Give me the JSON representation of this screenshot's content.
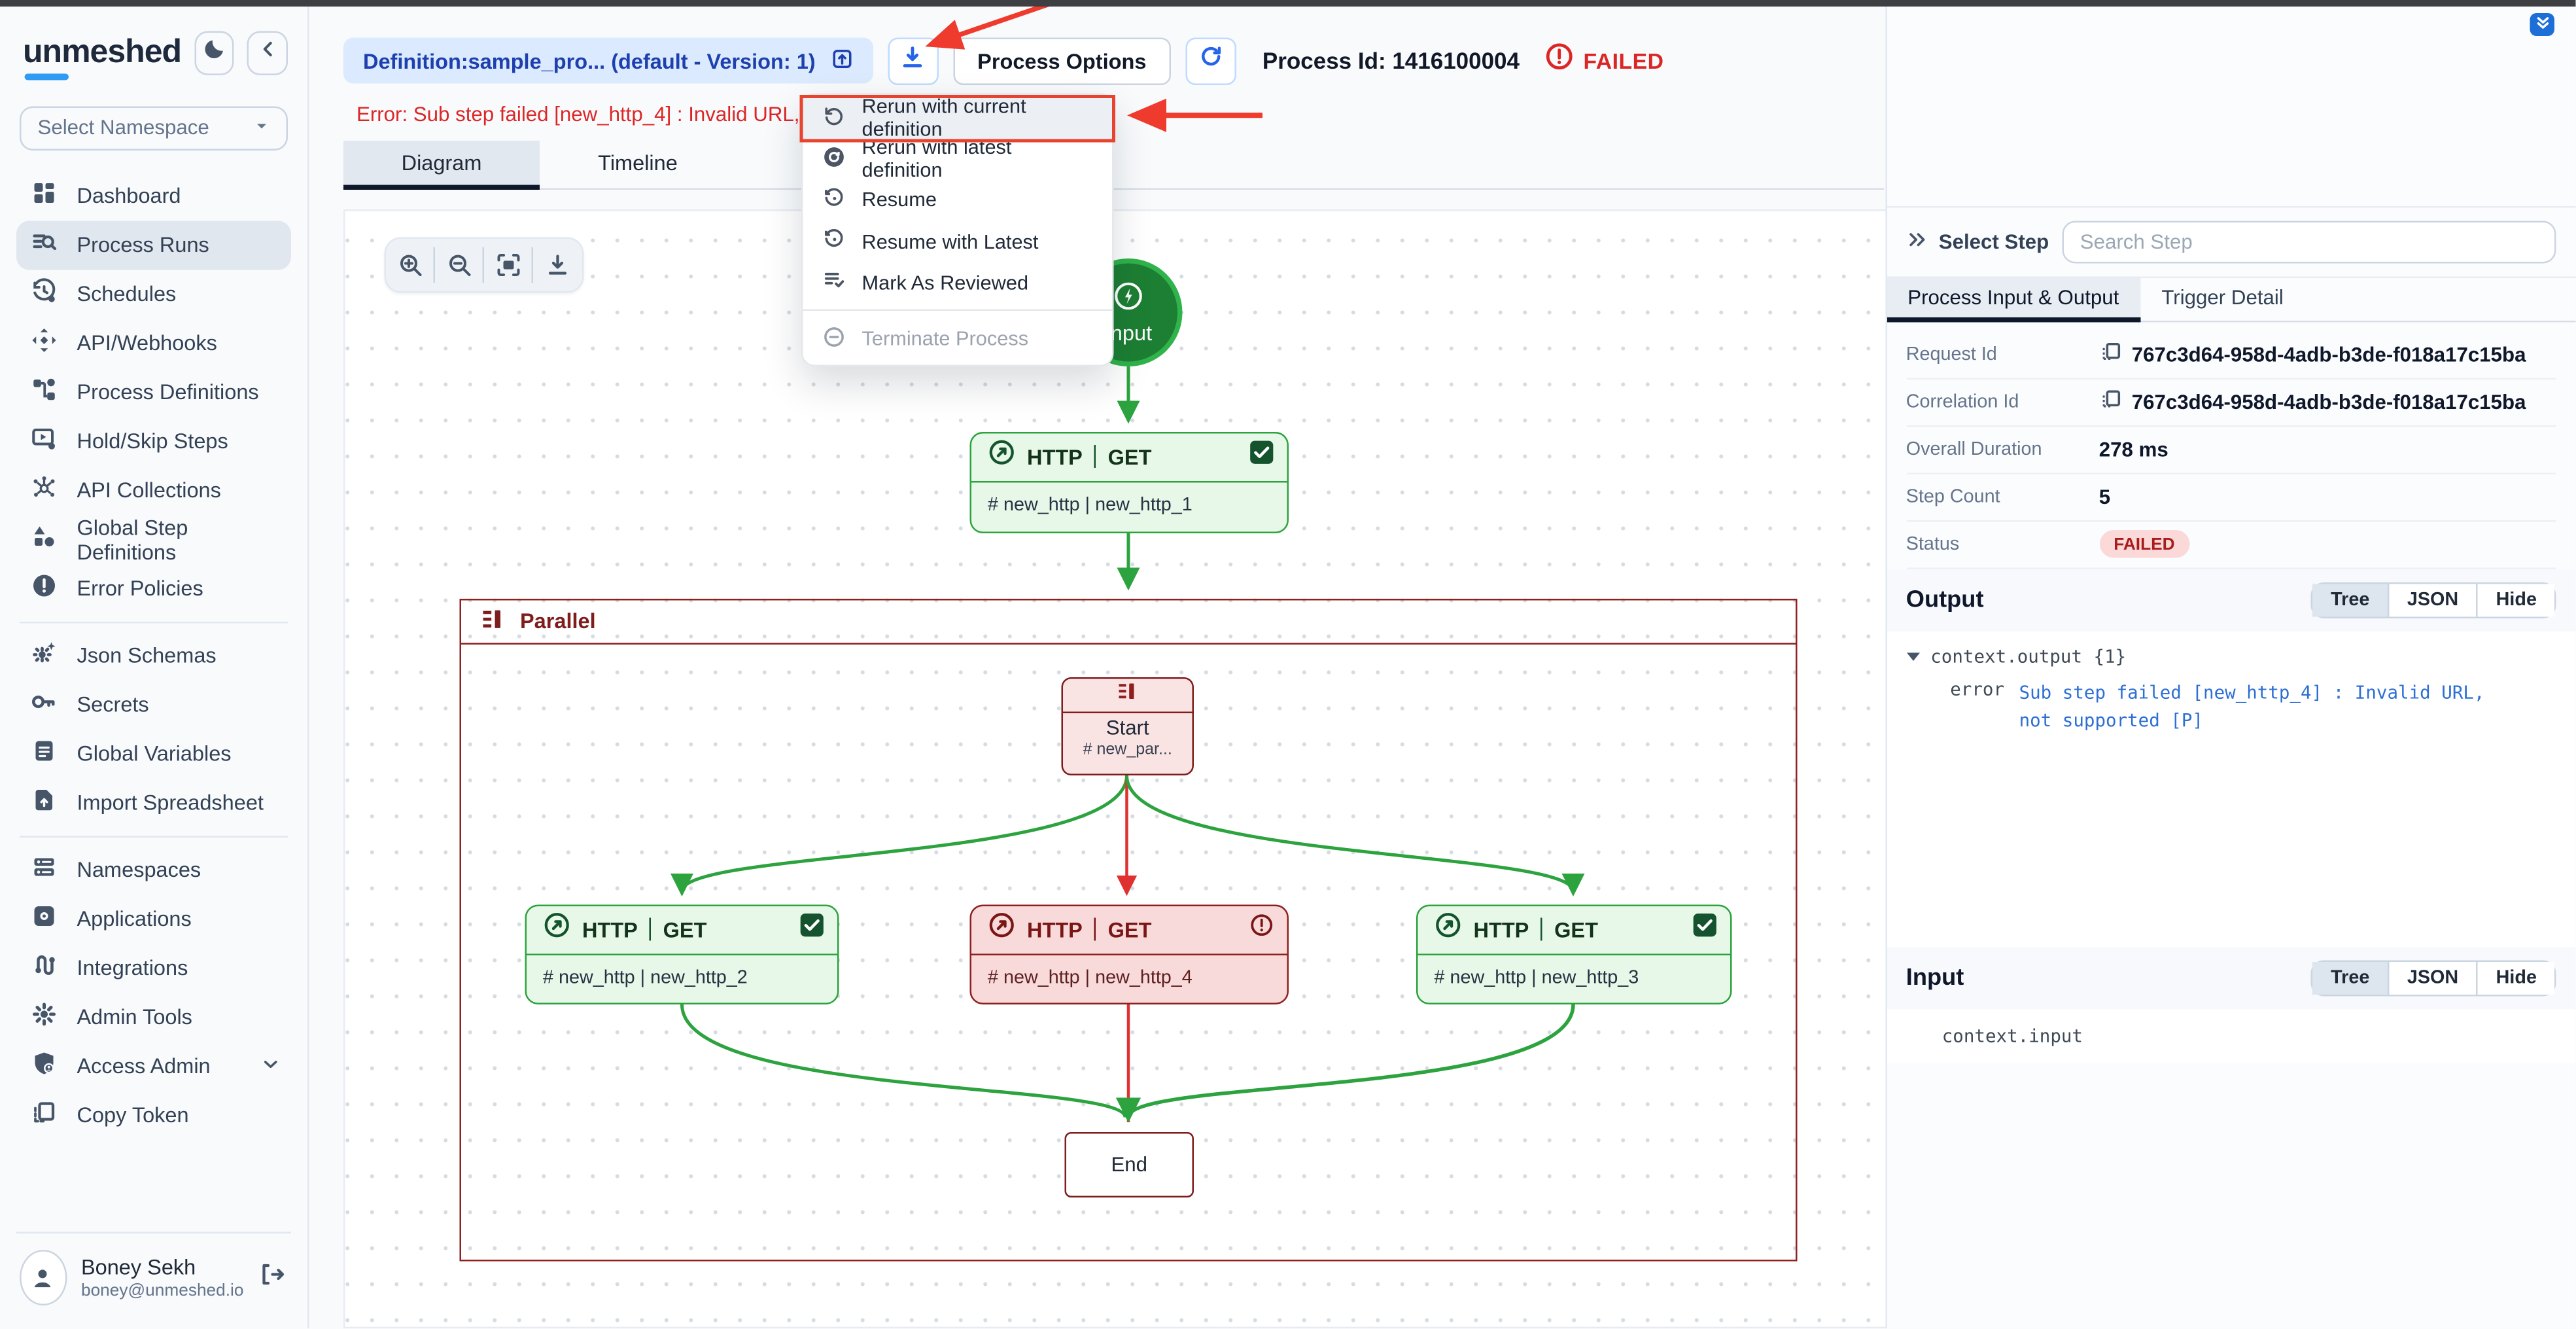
{
  "colors": {
    "accent_blue": "#2563eb",
    "brand_underline": "#2f9bf5",
    "success_green": "#2ca33e",
    "error_red": "#dc2626",
    "maroon": "#8f2020"
  },
  "sidebar": {
    "logo": "unmeshed",
    "namespace_placeholder": "Select Namespace",
    "items": [
      {
        "label": "Dashboard"
      },
      {
        "label": "Process Runs"
      },
      {
        "label": "Schedules"
      },
      {
        "label": "API/Webhooks"
      },
      {
        "label": "Process Definitions"
      },
      {
        "label": "Hold/Skip Steps"
      },
      {
        "label": "API Collections"
      },
      {
        "label": "Global Step Definitions"
      },
      {
        "label": "Error Policies"
      },
      {
        "label": "Json Schemas"
      },
      {
        "label": "Secrets"
      },
      {
        "label": "Global Variables"
      },
      {
        "label": "Import Spreadsheet"
      },
      {
        "label": "Namespaces"
      },
      {
        "label": "Applications"
      },
      {
        "label": "Integrations"
      },
      {
        "label": "Admin Tools"
      },
      {
        "label": "Access Admin"
      },
      {
        "label": "Copy Token"
      }
    ],
    "user": {
      "name": "Boney Sekh",
      "email": "boney@unmeshed.io"
    }
  },
  "topbar": {
    "definition_pill": "Definition:sample_pro... (default - Version: 1)",
    "process_options_label": "Process Options",
    "process_id": "Process Id: 1416100004",
    "status": "FAILED",
    "error_text": "Error: Sub step failed [new_http_4] : Invalid URL, not"
  },
  "menu": {
    "items": [
      {
        "label": "Rerun with current definition"
      },
      {
        "label": "Rerun with latest definition"
      },
      {
        "label": "Resume"
      },
      {
        "label": "Resume with Latest"
      },
      {
        "label": "Mark As Reviewed"
      },
      {
        "label": "Terminate Process"
      }
    ]
  },
  "tabs": {
    "diagram": "Diagram",
    "timeline": "Timeline"
  },
  "diagram": {
    "input_label": "Input",
    "parallel_label": "Parallel",
    "end_label": "End",
    "start": {
      "title": "Start",
      "subtitle": "# new_par..."
    },
    "http1": {
      "service": "HTTP",
      "method": "GET",
      "subtitle": "# new_http | new_http_1"
    },
    "http2": {
      "service": "HTTP",
      "method": "GET",
      "subtitle": "# new_http | new_http_2"
    },
    "http4": {
      "service": "HTTP",
      "method": "GET",
      "subtitle": "# new_http | new_http_4"
    },
    "http3": {
      "service": "HTTP",
      "method": "GET",
      "subtitle": "# new_http | new_http_3"
    }
  },
  "panel": {
    "select_step": "Select Step",
    "search_placeholder": "Search Step",
    "tab1": "Process Input & Output",
    "tab2": "Trigger Detail",
    "rows": [
      {
        "label": "Request Id",
        "value": "767c3d64-958d-4adb-b3de-f018a17c15ba"
      },
      {
        "label": "Correlation Id",
        "value": "767c3d64-958d-4adb-b3de-f018a17c15ba"
      },
      {
        "label": "Overall Duration",
        "value": "278 ms"
      },
      {
        "label": "Step Count",
        "value": "5"
      },
      {
        "label": "Status",
        "value": "FAILED"
      }
    ],
    "modes": [
      "Tree",
      "JSON",
      "Hide"
    ],
    "output": {
      "title": "Output",
      "tree_root": "context.output",
      "tree_count": "{1}",
      "error_key": "error",
      "error_value": "Sub step failed [new_http_4] : Invalid URL, not supported [P]"
    },
    "input": {
      "title": "Input",
      "tree_root": "context.input"
    }
  }
}
